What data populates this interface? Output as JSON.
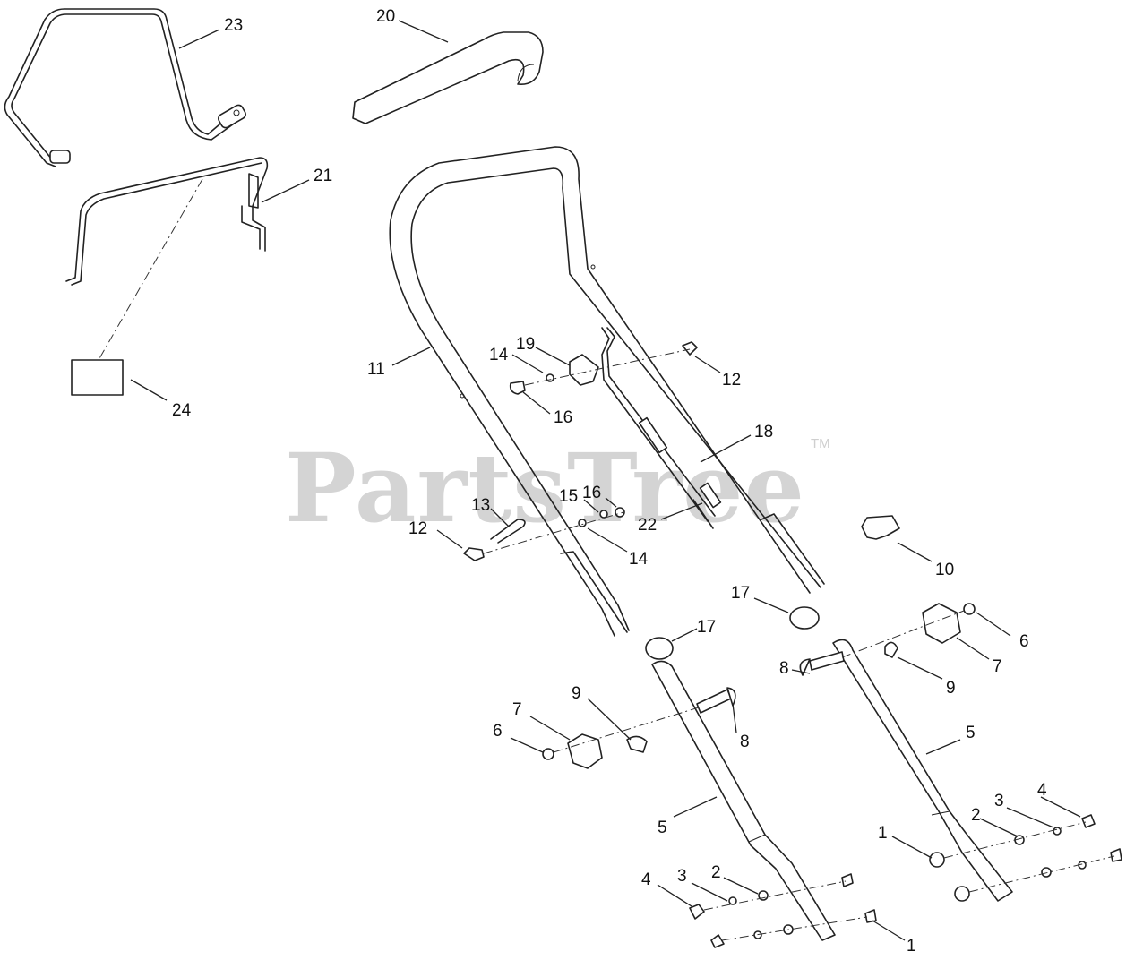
{
  "watermark": {
    "brand": "PartsTree",
    "trademark": "TM"
  },
  "callouts": {
    "c1a": "1",
    "c1b": "1",
    "c2a": "2",
    "c2b": "2",
    "c3a": "3",
    "c3b": "3",
    "c4a": "4",
    "c4b": "4",
    "c5a": "5",
    "c5b": "5",
    "c6a": "6",
    "c6b": "6",
    "c7a": "7",
    "c7b": "7",
    "c8a": "8",
    "c8b": "8",
    "c9a": "9",
    "c9b": "9",
    "c10": "10",
    "c11": "11",
    "c12a": "12",
    "c12b": "12",
    "c13": "13",
    "c14a": "14",
    "c14b": "14",
    "c15": "15",
    "c16a": "16",
    "c16b": "16",
    "c17a": "17",
    "c17b": "17",
    "c18": "18",
    "c19": "19",
    "c20": "20",
    "c21": "21",
    "c22": "22",
    "c23": "23",
    "c24": "24"
  }
}
